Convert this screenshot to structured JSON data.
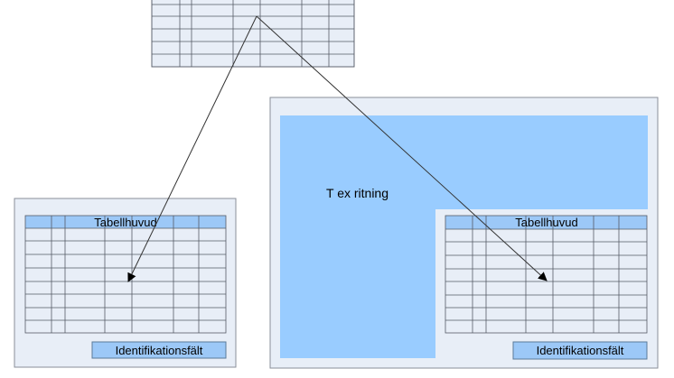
{
  "colors": {
    "frame_fill": "#e8eef7",
    "frame_stroke": "#8a8f99",
    "table_header_fill": "#9cc8f7",
    "drawing_area_fill": "#99ccff",
    "grid_line": "#555b66",
    "arrow": "#333333"
  },
  "left_sheet": {
    "table_header": "Tabellhuvud",
    "id_field": "Identifikationsfält"
  },
  "right_sheet": {
    "drawing_label": "T ex ritning",
    "table_header": "Tabellhuvud",
    "id_field": "Identifikationsfält"
  }
}
